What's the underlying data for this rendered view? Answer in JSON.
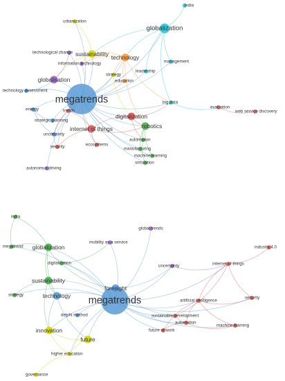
{
  "networks": [
    {
      "name": "top",
      "nodes": [
        {
          "id": "india",
          "label": "india",
          "color": "#26c6da",
          "size": "s"
        },
        {
          "id": "urbanization",
          "label": "urbanization",
          "color": "#d4d600",
          "size": "s"
        },
        {
          "id": "globalization",
          "label": "globalization",
          "color": "#26c6da",
          "size": "l"
        },
        {
          "id": "technological_change",
          "label": "technological change",
          "color": "#9966cc",
          "size": "s"
        },
        {
          "id": "sustainability",
          "label": "sustainability",
          "color": "#d4d600",
          "size": "m"
        },
        {
          "id": "technology",
          "label": "technology",
          "color": "#ff9933",
          "size": "m"
        },
        {
          "id": "information_technology",
          "label": "information technology",
          "color": "#9966cc",
          "size": "s"
        },
        {
          "id": "management",
          "label": "management",
          "color": "#26c6da",
          "size": "s"
        },
        {
          "id": "leadership",
          "label": "leadership",
          "color": "#26c6da",
          "size": "s"
        },
        {
          "id": "globalisation",
          "label": "globalisation",
          "color": "#9966cc",
          "size": "m"
        },
        {
          "id": "strategy",
          "label": "strategy",
          "color": "#d4d600",
          "size": "s"
        },
        {
          "id": "education",
          "label": "education",
          "color": "#ff9933",
          "size": "s"
        },
        {
          "id": "technology_assessment",
          "label": "technology assessment",
          "color": "#4a90d9",
          "size": "s"
        },
        {
          "id": "megatrends",
          "label": "megatrends",
          "color": "#5b9bd5",
          "size": "xl"
        },
        {
          "id": "big_data",
          "label": "big data",
          "color": "#26c6da",
          "size": "s"
        },
        {
          "id": "evaluation",
          "label": "evaluation",
          "color": "#e06666",
          "size": "s"
        },
        {
          "id": "web_service_discovery",
          "label": "web service discovery",
          "color": "#e06666",
          "size": "s"
        },
        {
          "id": "energy",
          "label": "energy",
          "color": "#4a90d9",
          "size": "s"
        },
        {
          "id": "trends",
          "label": "trends",
          "color": "#e05555",
          "size": "s"
        },
        {
          "id": "digitalization",
          "label": "digitalization",
          "color": "#e05555",
          "size": "m"
        },
        {
          "id": "strategic_planning",
          "label": "strategic planning",
          "color": "#4a90d9",
          "size": "s"
        },
        {
          "id": "internet_of_things",
          "label": "internet of things",
          "color": "#e05555",
          "size": "m"
        },
        {
          "id": "robotics",
          "label": "robotics",
          "color": "#4caf50",
          "size": "m"
        },
        {
          "id": "uncertainty",
          "label": "uncertainty",
          "color": "#4a90d9",
          "size": "s"
        },
        {
          "id": "automation",
          "label": "automation",
          "color": "#4caf50",
          "size": "s"
        },
        {
          "id": "security",
          "label": "security",
          "color": "#e05555",
          "size": "s"
        },
        {
          "id": "ecosystems",
          "label": "ecosystems",
          "color": "#e05555",
          "size": "s"
        },
        {
          "id": "manufacturing",
          "label": "manufacturing",
          "color": "#4caf50",
          "size": "s"
        },
        {
          "id": "machine_learning",
          "label": "machine learning",
          "color": "#4caf50",
          "size": "s"
        },
        {
          "id": "simulation",
          "label": "simulation",
          "color": "#4caf50",
          "size": "s"
        },
        {
          "id": "autonomus_driving",
          "label": "autonomus driving",
          "color": "#9966cc",
          "size": "s"
        }
      ]
    },
    {
      "name": "bottom",
      "nodes": [
        {
          "id": "india",
          "label": "india",
          "color": "#4caf50",
          "size": "s"
        },
        {
          "id": "global_trends",
          "label": "global trends",
          "color": "#9966cc",
          "size": "s"
        },
        {
          "id": "megatrend",
          "label": "megatrend",
          "color": "#4caf50",
          "size": "s"
        },
        {
          "id": "globalization",
          "label": "globalization",
          "color": "#4caf50",
          "size": "m"
        },
        {
          "id": "mobility_as_a_service",
          "label": "mobility as a service",
          "color": "#9966cc",
          "size": "s"
        },
        {
          "id": "industry_4_0",
          "label": "industry 4.0",
          "color": "#e05555",
          "size": "s"
        },
        {
          "id": "digitalization",
          "label": "digitalization",
          "color": "#4caf50",
          "size": "s"
        },
        {
          "id": "uncertainty",
          "label": "uncertainty",
          "color": "#9966cc",
          "size": "s"
        },
        {
          "id": "internet_of_things",
          "label": "internet of things",
          "color": "#e05555",
          "size": "s"
        },
        {
          "id": "sustainability",
          "label": "sustainability",
          "color": "#4caf50",
          "size": "m"
        },
        {
          "id": "foresight",
          "label": "foresight",
          "color": "#5b9bd5",
          "size": "m"
        },
        {
          "id": "strategy",
          "label": "strategy",
          "color": "#4caf50",
          "size": "s"
        },
        {
          "id": "technology",
          "label": "technology",
          "color": "#5b9bd5",
          "size": "m"
        },
        {
          "id": "megatrends",
          "label": "megatrends",
          "color": "#5b9bd5",
          "size": "xl"
        },
        {
          "id": "artificial_intelligence",
          "label": "artificial intelligence",
          "color": "#e05555",
          "size": "s"
        },
        {
          "id": "security",
          "label": "security",
          "color": "#e05555",
          "size": "s"
        },
        {
          "id": "delphi_method",
          "label": "delphi method",
          "color": "#5b9bd5",
          "size": "s"
        },
        {
          "id": "sustainable_development",
          "label": "sustainable development",
          "color": "#e05555",
          "size": "s"
        },
        {
          "id": "automation",
          "label": "automation",
          "color": "#e05555",
          "size": "s"
        },
        {
          "id": "machine_learning",
          "label": "machine learning",
          "color": "#e05555",
          "size": "s"
        },
        {
          "id": "innovation",
          "label": "innovation",
          "color": "#d4d600",
          "size": "m"
        },
        {
          "id": "future_of_work",
          "label": "future of work",
          "color": "#e05555",
          "size": "s"
        },
        {
          "id": "future",
          "label": "future",
          "color": "#d4d600",
          "size": "m"
        },
        {
          "id": "higher_education",
          "label": "higher education",
          "color": "#d4d600",
          "size": "s"
        },
        {
          "id": "governance",
          "label": "governance",
          "color": "#d4d600",
          "size": "s"
        }
      ]
    }
  ]
}
